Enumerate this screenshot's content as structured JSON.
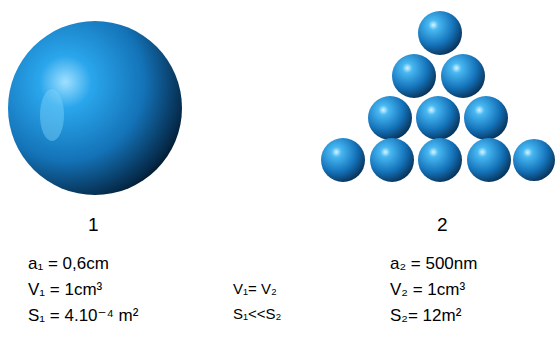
{
  "diagram": {
    "labels": [
      "1",
      "a₁ = 0,6cm",
      "V₁ = 1cm³",
      "S₁ = 4.10⁻⁴ m²",
      "V₁= V₂",
      "S₁<<S₂",
      "2",
      "a₂ = 500nm",
      "V₂ = 1cm³",
      "S₂= 12m²"
    ]
  }
}
